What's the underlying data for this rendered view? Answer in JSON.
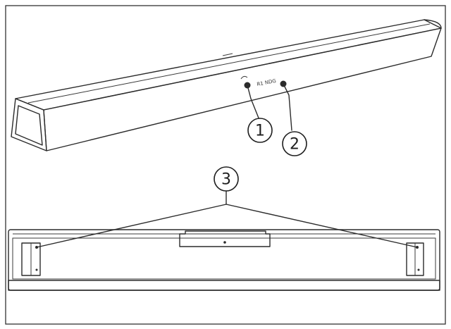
{
  "callouts": {
    "c1": "1",
    "c2": "2",
    "c3": "3"
  },
  "panel_label": "R1 NDG",
  "colors": {
    "line": "#2b2b2b",
    "background": "#ffffff",
    "frame": "#333333"
  }
}
